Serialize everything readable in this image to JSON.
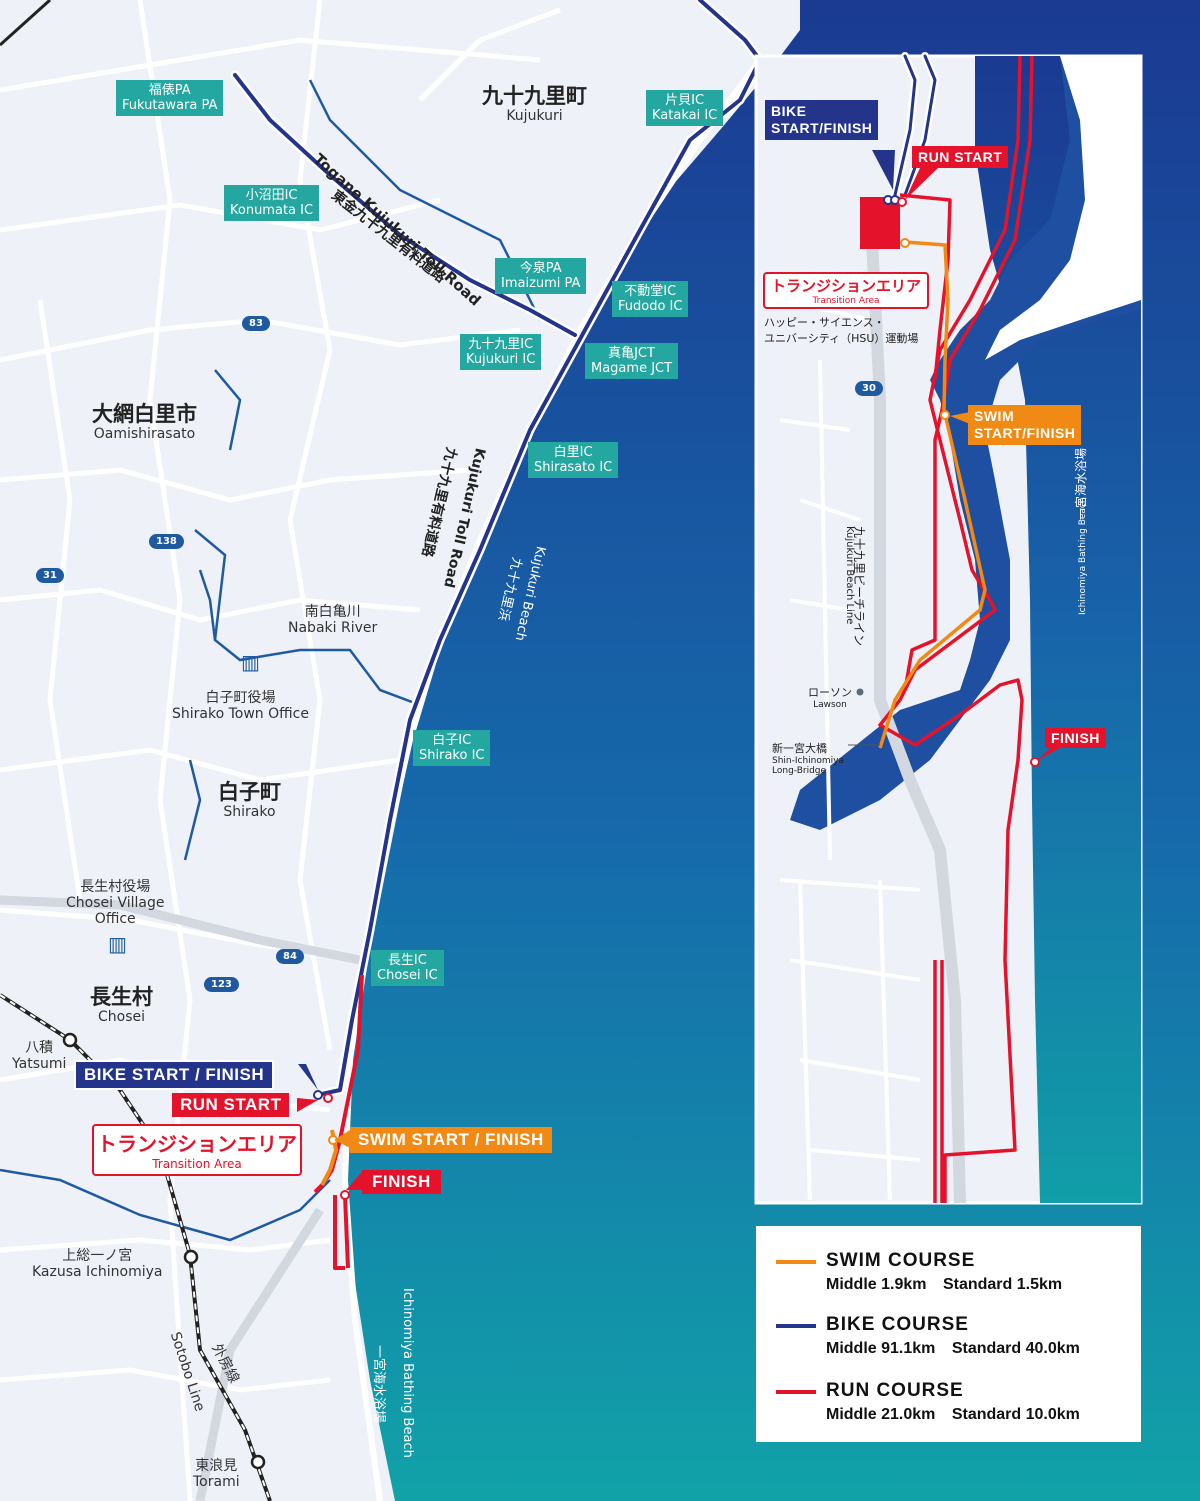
{
  "colors": {
    "swim": "#f08a14",
    "bike": "#23348a",
    "run": "#e4132b",
    "ic_badge": "#24a7a0",
    "sea_top": "#1b3a92",
    "sea_bottom": "#119aa6"
  },
  "places": {
    "kujukuri": {
      "jp": "九十九里町",
      "en": "Kujukuri"
    },
    "oamishirasato": {
      "jp": "大網白里市",
      "en": "Oamishirasato"
    },
    "shirako": {
      "jp": "白子町",
      "en": "Shirako"
    },
    "chosei": {
      "jp": "長生村",
      "en": "Chosei"
    }
  },
  "interchanges": {
    "fukutawara": {
      "jp": "福俵PA",
      "en": "Fukutawara PA"
    },
    "konumata": {
      "jp": "小沼田IC",
      "en": "Konumata IC"
    },
    "katakai": {
      "jp": "片貝IC",
      "en": "Katakai IC"
    },
    "imaizumi": {
      "jp": "今泉PA",
      "en": "Imaizumi PA"
    },
    "fudodo": {
      "jp": "不動堂IC",
      "en": "Fudodo IC"
    },
    "kujukuri_ic": {
      "jp": "九十九里IC",
      "en": "Kujukuri IC"
    },
    "magame": {
      "jp": "真亀JCT",
      "en": "Magame JCT"
    },
    "shirasato": {
      "jp": "白里IC",
      "en": "Shirasato IC"
    },
    "shirako_ic": {
      "jp": "白子IC",
      "en": "Shirako IC"
    },
    "chosei_ic": {
      "jp": "長生IC",
      "en": "Chosei IC"
    }
  },
  "roads": {
    "togane_jp": "東金九十九里有料道路",
    "togane_en": "Togane Kujukuri Toll Road",
    "kujukuri_toll_en": "Kujukuri Toll Road",
    "kujukuri_toll_jp": "九十九里有料道路",
    "route_83": "83",
    "route_138": "138",
    "route_31": "31",
    "route_84": "84",
    "route_123": "123",
    "route_30": "30"
  },
  "landmarks": {
    "nabaki_jp": "南白亀川",
    "nabaki_en": "Nabaki River",
    "shirako_office_jp": "白子町役場",
    "shirako_office_en": "Shirako Town Office",
    "chosei_office_jp": "長生村役場",
    "chosei_office_en1": "Chosei Village",
    "chosei_office_en2": "Office",
    "yatsumi_jp": "八積",
    "yatsumi_en": "Yatsumi",
    "kazusa_jp": "上総一ノ宮",
    "kazusa_en": "Kazusa Ichinomiya",
    "sotobo_en": "Sotobo Line",
    "sotobo_jp": "外房線",
    "torami_jp": "東浪見",
    "torami_en": "Torami",
    "kujukuri_beach_en": "Kujukuri Beach",
    "kujukuri_beach_jp": "九十九里浜",
    "ichinomiya_beach_en": "Ichinomiya Bathing Beach",
    "ichinomiya_beach_jp": "一宮海水浴場"
  },
  "callouts": {
    "bike": "BIKE START / FINISH",
    "run_start": "RUN START",
    "transition_jp": "トランジションエリア",
    "transition_en": "Transition Area",
    "swim": "SWIM START / FINISH",
    "finish": "FINISH"
  },
  "inset": {
    "bike_line1": "BIKE",
    "bike_line2": "START/FINISH",
    "run_start": "RUN START",
    "transition_jp": "トランジションエリア",
    "transition_en": "Transition Area",
    "hsu_line1": "ハッピー・サイエンス・",
    "hsu_line2": "ユニバーシティ（HSU）運動場",
    "swim_line1": "SWIM",
    "swim_line2": "START/FINISH",
    "beachline_en": "Kujukuri Beach Line",
    "beachline_jp": "九十九里ビーチライン",
    "beach_jp": "一宮海水浴場",
    "beach_en": "Ichinomiya Bathing Beach",
    "lawson_jp": "ローソン",
    "lawson_en": "Lawson",
    "bridge_jp": "新一宮大橋",
    "bridge_en1": "Shin-Ichinomiya",
    "bridge_en2": "Long-Bridge",
    "finish": "FINISH"
  },
  "legend": [
    {
      "title": "SWIM COURSE",
      "middle": "Middle  1.9km",
      "standard": "Standard  1.5km"
    },
    {
      "title": "BIKE COURSE",
      "middle": "Middle  91.1km",
      "standard": "Standard  40.0km"
    },
    {
      "title": "RUN COURSE",
      "middle": "Middle  21.0km",
      "standard": "Standard  10.0km"
    }
  ]
}
